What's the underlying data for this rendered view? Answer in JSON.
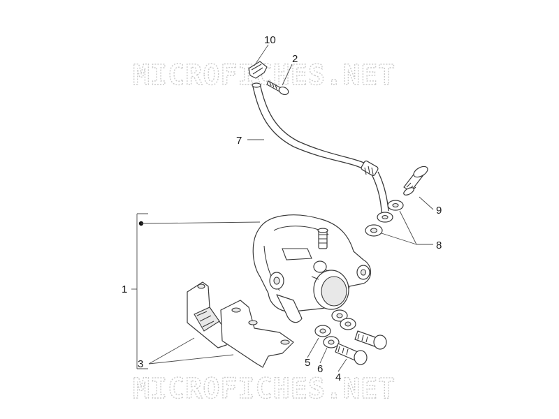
{
  "watermark": {
    "top": "MICROFICHES.NET",
    "bottom": "MICROFICHES.NET"
  },
  "callouts": {
    "c1": "1",
    "c2": "2",
    "c3": "3",
    "c4": "4",
    "c5": "5",
    "c6": "6",
    "c7": "7",
    "c8": "8",
    "c9": "9",
    "c10": "10"
  }
}
